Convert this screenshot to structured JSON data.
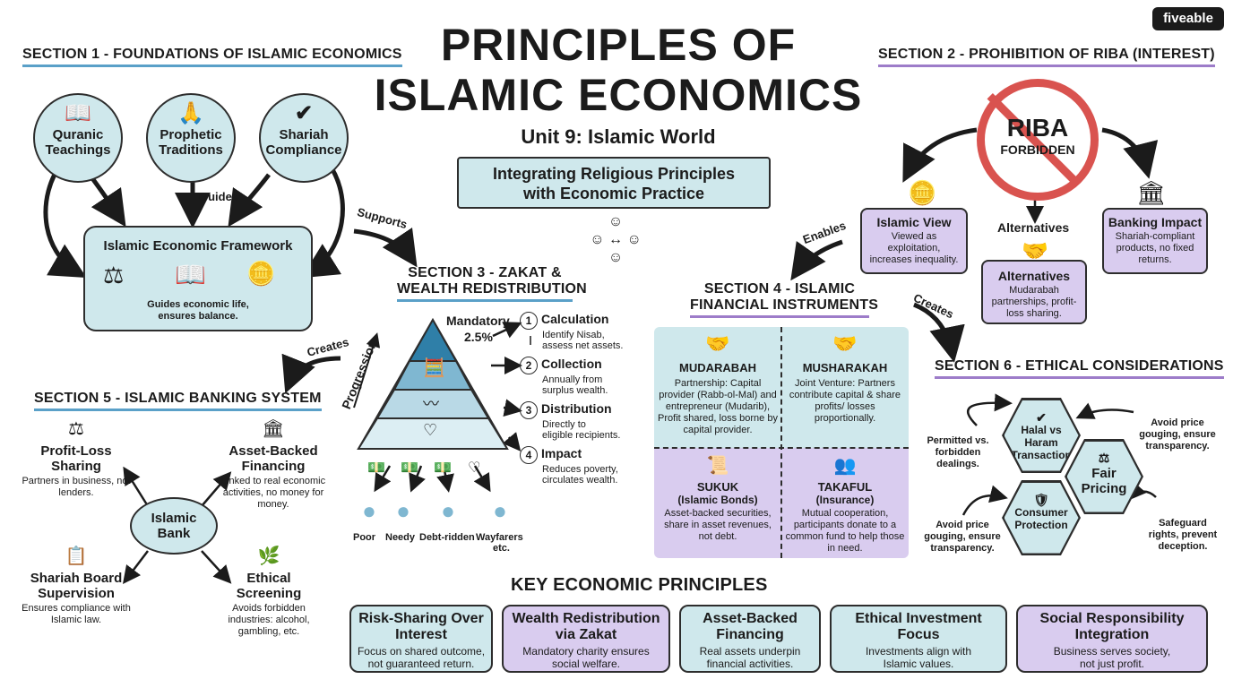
{
  "brand": "fiveable",
  "title_line1": "PRINCIPLES OF",
  "title_line2": "ISLAMIC ECONOMICS",
  "subtitle": "Unit 9: Islamic World",
  "banner_line1": "Integrating Religious Principles",
  "banner_line2": "with Economic Practice",
  "section1": {
    "title": "SECTION 1 - FOUNDATIONS OF ISLAMIC ECONOMICS",
    "sources": [
      "Quranic Teachings",
      "Prophetic Traditions",
      "Shariah Compliance"
    ],
    "guides_label": "Guides",
    "framework_title": "Islamic Economic Framework",
    "framework_desc_line1": "Guides economic life,",
    "framework_desc_line2": "ensures balance."
  },
  "section2": {
    "title": "SECTION 2 - PROHIBITION OF RIBA (INTEREST)",
    "riba": "RIBA",
    "forbidden": "FORBIDDEN",
    "view_title": "Islamic View",
    "view_desc": "Viewed as exploitation, increases inequality.",
    "alt_label": "Alternatives",
    "alt_title": "Alternatives",
    "alt_desc": "Mudarabah partnerships, profit-loss sharing.",
    "impact_title": "Banking Impact",
    "impact_desc": "Shariah-compliant products, no fixed returns."
  },
  "section3": {
    "title_line1": "SECTION 3 - ZAKAT &",
    "title_line2": "WEALTH REDISTRIBUTION",
    "mandatory": "Mandatory",
    "rate": "2.5%",
    "progression": "Progression",
    "steps": [
      {
        "num": "1",
        "title": "Calculation",
        "desc_line1": "Identify Nisab,",
        "desc_line2": "assess net assets."
      },
      {
        "num": "2",
        "title": "Collection",
        "desc_line1": "Annually from",
        "desc_line2": "surplus wealth."
      },
      {
        "num": "3",
        "title": "Distribution",
        "desc_line1": "Directly to",
        "desc_line2": "eligible recipients."
      },
      {
        "num": "4",
        "title": "Impact",
        "desc_line1": "Reduces poverty,",
        "desc_line2": "circulates wealth."
      }
    ],
    "recipients": [
      "Poor",
      "Needy",
      "Debt-ridden",
      "Wayfarers"
    ],
    "etc": "etc."
  },
  "section4": {
    "title_line1": "SECTION 4 - ISLAMIC",
    "title_line2": "FINANCIAL INSTRUMENTS",
    "instruments": [
      {
        "title": "MUDARABAH",
        "subtitle": "",
        "desc": "Partnership: Capital provider (Rabb-ol-Mal) and entrepreneur (Mudarib), Profit shared, loss borne by capital provider."
      },
      {
        "title": "MUSHARAKAH",
        "subtitle": "",
        "desc": "Joint Venture: Partners contribute capital & share profits/ losses proportionally."
      },
      {
        "title": "SUKUK",
        "subtitle": "(Islamic Bonds)",
        "desc": "Asset-backed securities, share in asset revenues, not debt."
      },
      {
        "title": "TAKAFUL",
        "subtitle": "(Insurance)",
        "desc": "Mutual cooperation, participants donate to a common fund to help those in need."
      }
    ]
  },
  "section5": {
    "title": "SECTION 5 - ISLAMIC BANKING SYSTEM",
    "center_line1": "Islamic",
    "center_line2": "Bank",
    "items": [
      {
        "title": "Profit-Loss Sharing",
        "desc": "Partners in business, not lenders."
      },
      {
        "title": "Asset-Backed Financing",
        "desc": "Linked to real economic activities, no money for money."
      },
      {
        "title": "Shariah Board Supervision",
        "desc": "Ensures compliance with Islamic law."
      },
      {
        "title": "Ethical Screening",
        "desc": "Avoids forbidden industries: alcohol, gambling, etc."
      }
    ]
  },
  "section6": {
    "title": "SECTION 6 - ETHICAL CONSIDERATIONS",
    "hex1": "Halal vs Haram Transactions",
    "hex2": "Fair Pricing",
    "hex3": "Consumer Protection",
    "note_left1": "Permitted vs. forbidden dealings.",
    "note_right1": "Avoid price gouging, ensure transparency.",
    "note_left2": "Avoid price gouging, ensure transparency.",
    "note_right2": "Safeguard rights, prevent deception."
  },
  "connectors": {
    "supports": "Supports",
    "enables": "Enables",
    "creates_left": "Creates",
    "creates_right": "Creates"
  },
  "key_principles": {
    "title": "KEY ECONOMIC PRINCIPLES",
    "items": [
      {
        "title_line1": "Risk-Sharing Over",
        "title_line2": "Interest",
        "desc_line1": "Focus on shared outcome,",
        "desc_line2": "not guaranteed return."
      },
      {
        "title_line1": "Wealth Redistribution",
        "title_line2": "via Zakat",
        "desc_line1": "Mandatory charity ensures",
        "desc_line2": "social welfare."
      },
      {
        "title_line1": "Asset-Backed",
        "title_line2": "Financing",
        "desc_line1": "Real assets underpin",
        "desc_line2": "financial activities."
      },
      {
        "title_line1": "Ethical Investment",
        "title_line2": "Focus",
        "desc_line1": "Investments align with",
        "desc_line2": "Islamic values."
      },
      {
        "title_line1": "Social Responsibility",
        "title_line2": "Integration",
        "desc_line1": "Business serves society,",
        "desc_line2": "not just profit."
      }
    ]
  },
  "colors": {
    "teal": "#cfe8ec",
    "lavender": "#d9ccef",
    "blue_underline": "#5aa0c8",
    "purple_underline": "#9d7cc9",
    "forbidden_red": "#d9534f"
  },
  "icons": [
    "book-icon",
    "praying-hands-icon",
    "checkmark-icon",
    "scales-icon",
    "coins-hand-icon",
    "bank-icon",
    "handshake-icon",
    "calculator-icon",
    "person-icon",
    "heart-icon",
    "shield-icon",
    "certificate-icon",
    "clipboard-icon",
    "leaf-icon",
    "banknote-icon"
  ]
}
